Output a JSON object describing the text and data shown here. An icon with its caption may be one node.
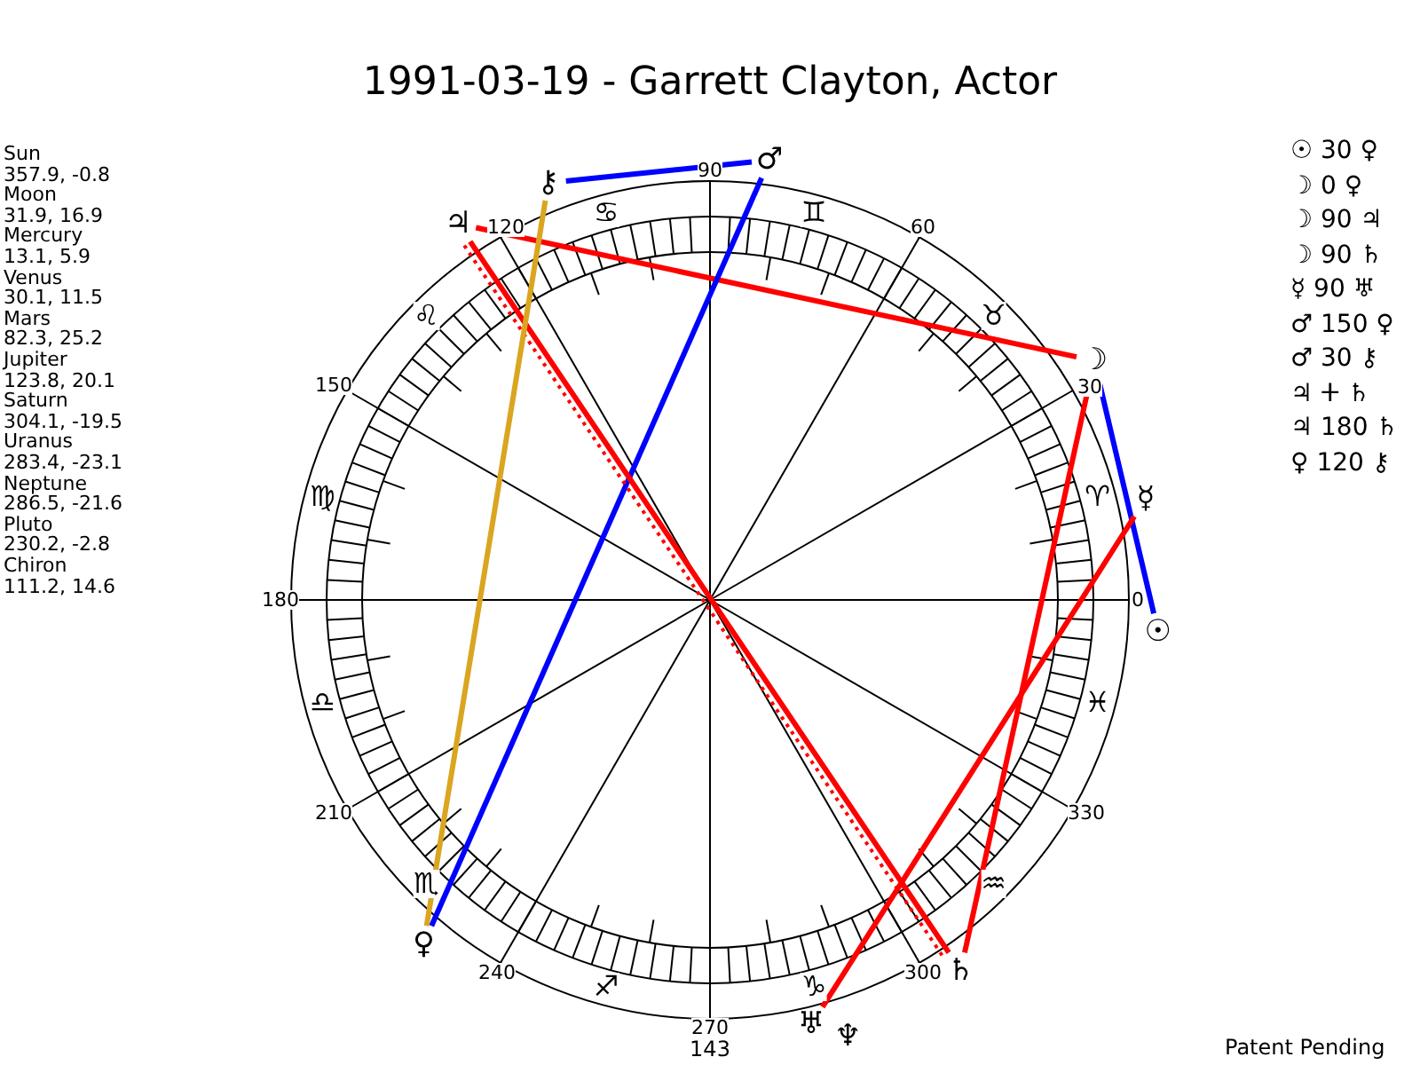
{
  "diagram": {
    "title": "1991-03-19 - Garrett Clayton, Actor",
    "nodes": [
      {
        "text": [
          "♂"
        ]
      },
      {
        "text": [
          "⚷"
        ]
      },
      {
        "text": [
          "♃"
        ]
      },
      {
        "text": [
          "☽"
        ]
      },
      {
        "text": [
          "☿"
        ]
      },
      {
        "text": [
          "☉"
        ]
      },
      {
        "text": [
          "♀"
        ]
      },
      {
        "text": [
          "♄"
        ]
      },
      {
        "text": [
          "♅"
        ]
      },
      {
        "text": [
          "♆"
        ]
      }
    ],
    "edges": [
      {
        "from": 5,
        "to": 3,
        "arrow": "none",
        "color": "#0000ff"
      },
      {
        "from": 3,
        "to": 2,
        "arrow": "none"
      },
      {
        "from": 3,
        "to": 7,
        "arrow": "none"
      },
      {
        "from": 4,
        "to": 8,
        "arrow": "none"
      },
      {
        "from": 0,
        "to": 6,
        "arrow": "none",
        "color": "#0000ff"
      },
      {
        "from": 0,
        "to": 1,
        "arrow": "none",
        "color": "#0000ff"
      },
      {
        "from": 2,
        "to": 7,
        "arrow": "none",
        "style": "dashed"
      },
      {
        "from": 2,
        "to": 7,
        "arrow": "none"
      },
      {
        "from": 6,
        "to": 1,
        "arrow": "none",
        "color": "#daa520"
      }
    ],
    "labels": [
      "Sun",
      "357.9, -0.8",
      "Moon",
      "31.9, 16.9",
      "Mercury",
      "13.1, 5.9",
      "Venus",
      "30.1, 11.5",
      "Mars",
      "82.3, 25.2",
      "Jupiter",
      "123.8, 20.1",
      "Saturn",
      "304.1, -19.5",
      "Uranus",
      "283.4, -23.1",
      "Neptune",
      "286.5, -21.6",
      "Pluto",
      "230.2, -2.8",
      "Chiron",
      "111.2, 14.6",
      "☉ 30 ♀",
      "☽ 0 ♀",
      "☽ 90 ♃",
      "☽ 90 ♄",
      "☿ 90 ♅",
      "♂ 150 ♀",
      "♂ 30 ⚷",
      "♃ ⵜ ♄",
      "♃ 180 ♄",
      "♀ 120 ⚷",
      "90",
      "120",
      "60",
      "150",
      "30",
      "180",
      "0",
      "210",
      "330",
      "240",
      "300",
      "270",
      "♋",
      "♊",
      "♌",
      "♉",
      "♍",
      "♈",
      "♎",
      "♓",
      "♏",
      "♒",
      "♐",
      "♑",
      "143",
      "Patent Pending"
    ]
  }
}
